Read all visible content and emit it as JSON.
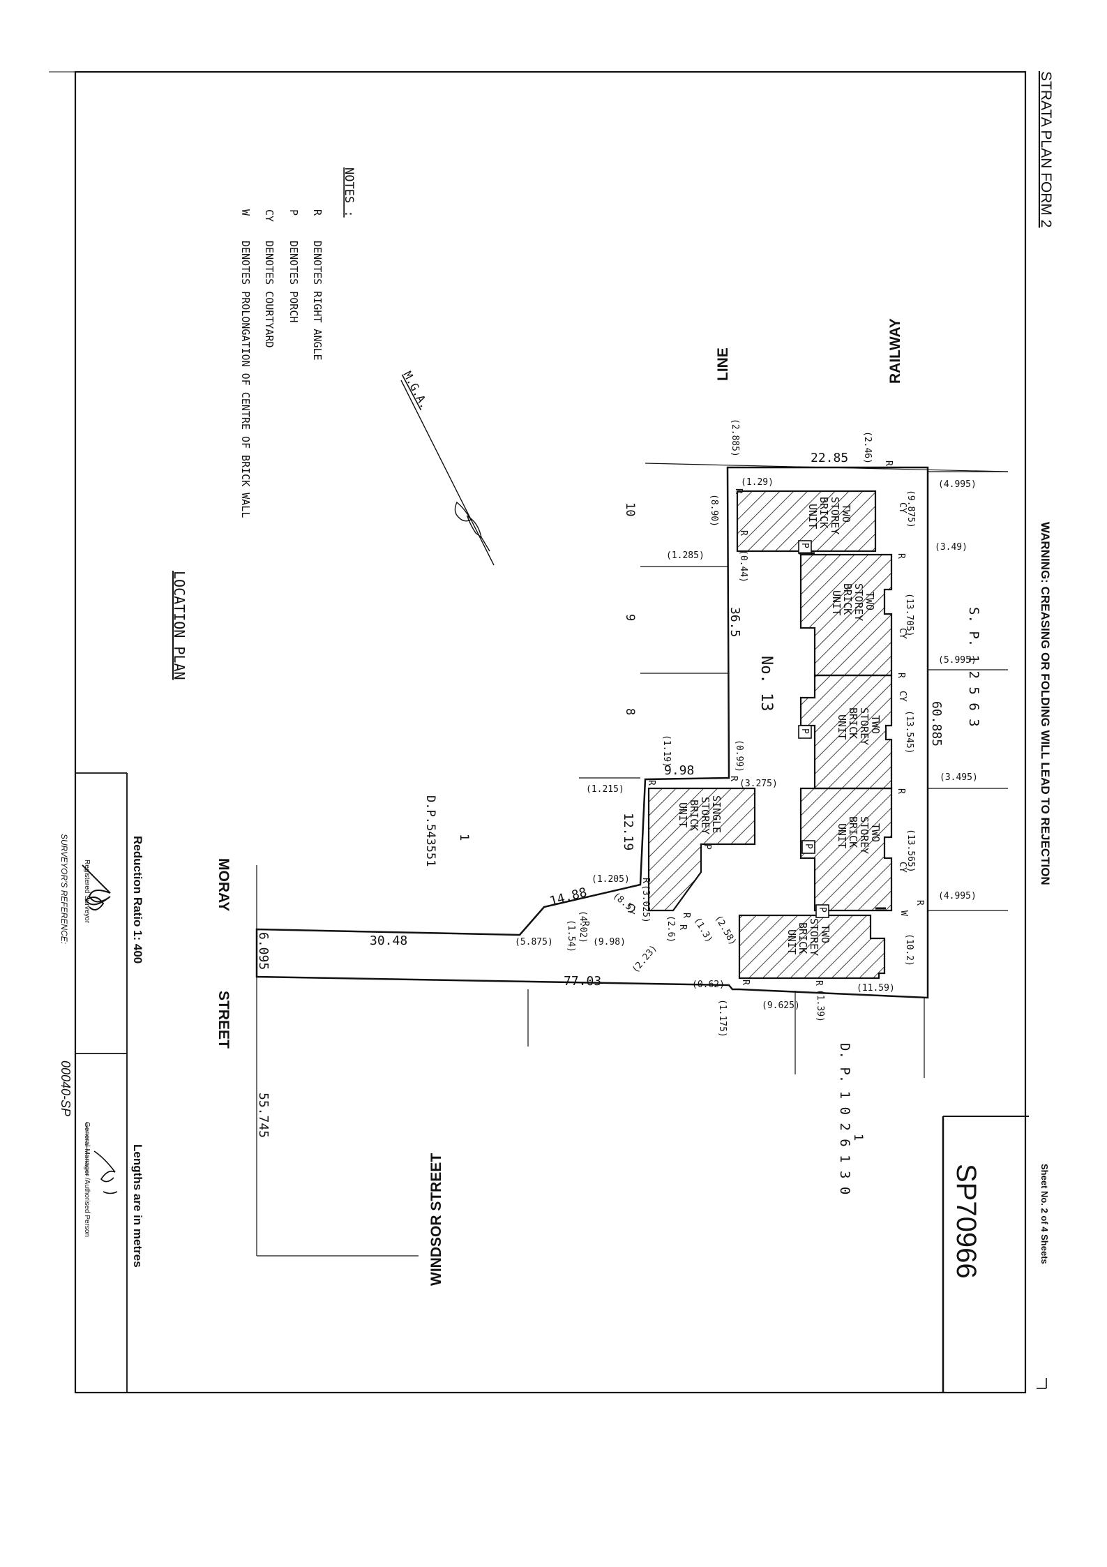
{
  "header": {
    "form_title": "STRATA PLAN FORM  2",
    "warning": "WARNING:  CREASING  OR  FOLDING  WILL  LEAD  TO  REJECTION",
    "sheet": "Sheet  No. 2  of  4  Sheets"
  },
  "plan_number": "SP70966",
  "notes": {
    "title": "NOTES :",
    "items": [
      {
        "code": "R",
        "text": "DENOTES RIGHT ANGLE"
      },
      {
        "code": "P",
        "text": "DENOTES PORCH"
      },
      {
        "code": "CY",
        "text": "DENOTES COURTYARD"
      },
      {
        "code": "W",
        "text": "DENOTES PROLONGATION OF CENTRE OF BRICK WALL"
      }
    ]
  },
  "location_plan_label": "LOCATION PLAN",
  "mga_label": "M.G.A.",
  "streets": {
    "railway": "RAILWAY",
    "line": "LINE",
    "moray": "MORAY",
    "moray_street": "STREET",
    "windsor": "WINDSOR  STREET"
  },
  "lot_label": "No. 13",
  "adjoining": {
    "sp_right": "S. P. 1 2 5 6 3",
    "dp_bottom": "D. P. 1 0 2 6 1 3 0",
    "dp_left": "D.P.543551",
    "lot_10": "10",
    "lot_9": "9",
    "lot_8": "8",
    "lot_1_left": "1",
    "lot_1_bottom": "1"
  },
  "buildings": [
    {
      "label": [
        "TWO",
        "STOREY",
        "BRICK",
        "UNIT"
      ]
    },
    {
      "label": [
        "TWO",
        "STOREY",
        "BRICK",
        "UNIT"
      ]
    },
    {
      "label": [
        "TWO",
        "STOREY",
        "BRICK",
        "UNIT"
      ]
    },
    {
      "label": [
        "TWO",
        "STOREY",
        "BRICK",
        "UNIT"
      ]
    },
    {
      "label": [
        "TWO",
        "STOREY",
        "BRICK",
        "UNIT"
      ]
    },
    {
      "label": [
        "SINGLE",
        "STOREY",
        "BRICK",
        "UNIT"
      ]
    }
  ],
  "dimensions": {
    "d_22_85": "22.85",
    "d_36_5": "36.5",
    "d_60_885": "60.885",
    "d_9_98": "9.98",
    "d_12_19": "12.19",
    "d_14_88": "14.88",
    "d_30_48": "30.48",
    "d_77_03": "77.03",
    "d_6_095": "6.095",
    "d_55_745": "55.745",
    "p_2_46": "(2.46)",
    "p_2_885": "(2.885)",
    "p_1_29": "(1.29)",
    "p_8_90": "(8.90)",
    "p_9_875": "(9.875)",
    "p_4_995a": "(4.995)",
    "p_3_49": "(3.49)",
    "p_1_285": "(1.285)",
    "p_0_44": "(0.44)",
    "p_13_705": "(13.705)",
    "p_5_995": "(5.995)",
    "p_13_545": "(13.545)",
    "p_3_495": "(3.495)",
    "p_1_19": "(1.19)",
    "p_0_99": "(0.99)",
    "p_1_215": "(1.215)",
    "p_3_275": "(3.275)",
    "p_13_565": "(13.565)",
    "p_4_995b": "(4.995)",
    "p_1_205": "(1.205)",
    "p_8_5": "(8.5)",
    "p_3_025": "(3.025)",
    "p_4_02": "(4.02)",
    "p_1_54": "(1.54)",
    "p_5_875": "(5.875)",
    "p_9_98": "(9.98)",
    "p_2_6": "(2.6)",
    "p_1_3": "(1.3)",
    "p_2_58": "(2.58)",
    "p_2_23": "(2.23)",
    "p_10_2": "(10.2)",
    "p_0_62": "(0.62)",
    "p_1_175": "(1.175)",
    "p_9_625": "(9.625)",
    "p_1_39": "(1.39)",
    "p_11_59": "(11.59)"
  },
  "markers": {
    "R": "R",
    "P": "P",
    "CY": "CY",
    "W": "W"
  },
  "title_block": {
    "reduction_ratio": "Reduction  Ratio  1: 400",
    "lengths": "Lengths  are  in  metres",
    "registered_surveyor": "Registered  Surveyor",
    "surveyors_reference": "SURVEYOR'S  REFERENCE:",
    "reference_number": "00040-SP",
    "authorised_person_struck": "General Manager",
    "authorised_person": "/Authorised Person"
  }
}
